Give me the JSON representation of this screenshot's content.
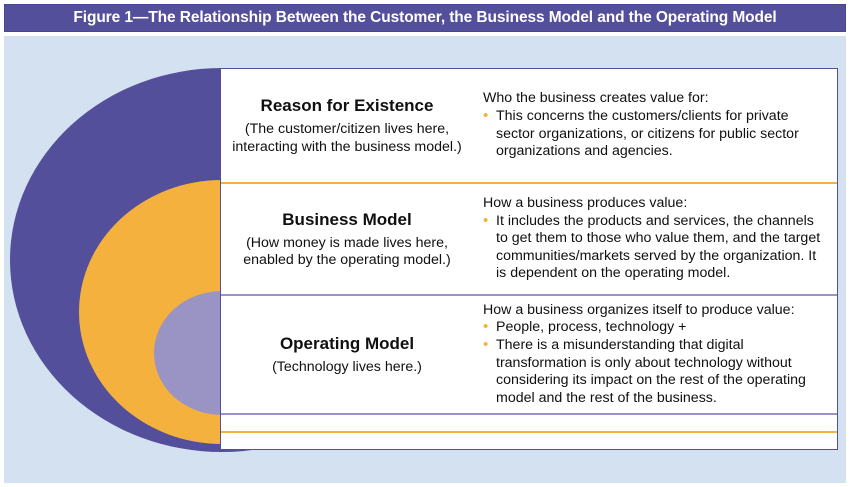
{
  "figure": {
    "title": "Figure 1—The Relationship Between the Customer, the Business Model and the Operating Model"
  },
  "colors": {
    "title_bar": "#544f9a",
    "title_text": "#ffffff",
    "background": "#d3e1f0",
    "outer_arc": "#544f9a",
    "middle_arc": "#f5b13d",
    "inner_arc": "#9a94c4",
    "panel_background": "#ffffff",
    "bullet": "#f5b13d"
  },
  "arcs": [
    {
      "name": "reason-for-existence-arc",
      "color": "#544f9a"
    },
    {
      "name": "business-model-arc",
      "color": "#f5b13d"
    },
    {
      "name": "operating-model-arc",
      "color": "#9a94c4"
    }
  ],
  "rows": [
    {
      "id": "reason-for-existence",
      "heading": "Reason for Existence",
      "subtext": "(The customer/citizen lives here, interacting with the business model.)",
      "lead": "Who the business creates value for:",
      "bullets": [
        "This concerns the customers/clients for private sector organizations, or citizens for public sector organizations and agencies."
      ],
      "divider_color": ""
    },
    {
      "id": "business-model",
      "heading": "Business Model",
      "subtext": "(How money is made lives here, enabled by the operating model.)",
      "lead": "How a business produces value:",
      "bullets": [
        "It includes the products and services, the channels to get them to those who value them, and the target communities/markets served by the organization. It is dependent on the operating model."
      ],
      "divider_color": "#f5b13d"
    },
    {
      "id": "operating-model",
      "heading": "Operating Model",
      "subtext": "(Technology lives here.)",
      "lead": "How a business organizes itself to produce value:",
      "bullets": [
        "People, process, technology +",
        "There is a misunderstanding that digital transformation is only about technology without considering its impact on the rest of the operating model and the rest of the business."
      ],
      "divider_color": "#9a94c4"
    }
  ],
  "strips": [
    {
      "id": "strip-lower-purple",
      "divider_color": "#9a94c4"
    },
    {
      "id": "strip-lower-orange",
      "divider_color": "#f5b13d"
    }
  ]
}
